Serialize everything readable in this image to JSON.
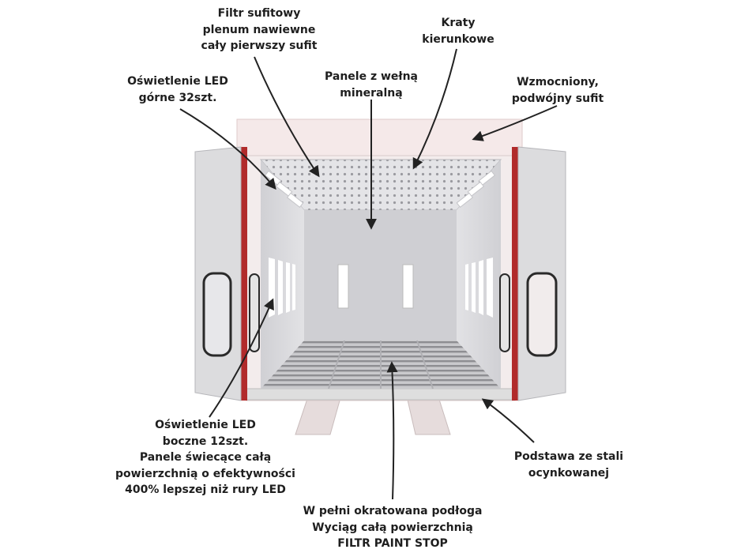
{
  "colors": {
    "accent_red": "#b12b2b",
    "body_pink": "#f5e9e9",
    "panel_grey": "#dcdcde",
    "arrow": "#222222"
  },
  "labels": {
    "filter_ceiling": [
      "Filtr sufitowy",
      "plenum nawiewne",
      "cały pierwszy sufit"
    ],
    "grates": [
      "Kraty",
      "kierunkowe"
    ],
    "led_top": [
      "Oświetlenie LED",
      "górne 32szt."
    ],
    "panels_wool": [
      "Panele z wełną",
      "mineralną"
    ],
    "double_ceiling": [
      "Wzmocniony,",
      "podwójny sufit"
    ],
    "led_side": [
      "Oświetlenie LED",
      "boczne 12szt.",
      "Panele świecące całą",
      "powierzchnią o efektywności",
      "400% lepszej niż rury LED"
    ],
    "base": [
      "Podstawa ze stali",
      "ocynkowanej"
    ],
    "floor": [
      "W pełni okratowana podłoga",
      "Wyciąg całą powierzchnią",
      "FILTR PAINT STOP"
    ]
  }
}
